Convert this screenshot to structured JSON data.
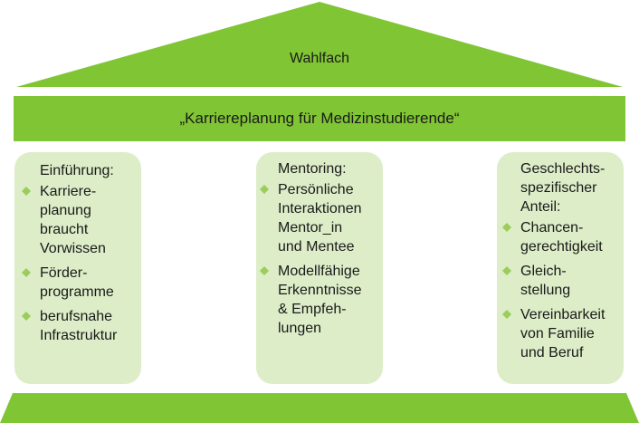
{
  "roof": {
    "title": "Wahlfach"
  },
  "beam": {
    "text": "„Karriereplanung für Medizinstudierende“"
  },
  "pillars": [
    {
      "heading": "Einführung:",
      "items": [
        "Karriere-\nplanung\nbraucht\nVorwissen",
        "Förder-\nprogramme",
        "berufsnahe\nInfrastruktur"
      ]
    },
    {
      "heading": "Mentoring:",
      "items": [
        "Persönliche\nInteraktionen\nMentor_in\nund Mentee",
        "Modellfähige\nErkenntnisse\n& Empfeh-\nlungen"
      ]
    },
    {
      "heading": "Geschlechts-\nspezifischer\nAnteil:",
      "items": [
        "Chancen-\ngerechtigkeit",
        "Gleich-\nstellung",
        "Vereinbarkeit\nvon Familie\nund Beruf"
      ]
    }
  ],
  "colors": {
    "green": "#80c534",
    "pillar_fill": "#dcedc7",
    "bullet": "#9acd5a"
  },
  "icons": {
    "bullet": "diamond-bullet-icon"
  }
}
